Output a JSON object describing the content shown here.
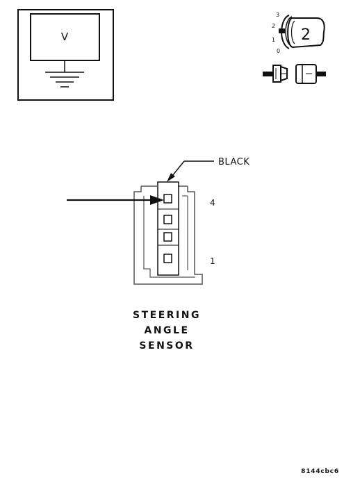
{
  "meter": {
    "mode_label": "V"
  },
  "ignition": {
    "positions": [
      "3",
      "2",
      "1",
      "0"
    ],
    "selected_position": "2"
  },
  "connector": {
    "color_label": "BLACK",
    "pin_top_label": "4",
    "pin_bottom_label": "1",
    "name_lines": [
      "STEERING",
      "ANGLE",
      "SENSOR"
    ]
  },
  "figure_code": "8144cbc6",
  "colors": {
    "line": "#111111",
    "light_line": "#555555",
    "background": "#ffffff"
  },
  "icons": [
    "voltmeter-icon",
    "ignition-key-icon",
    "connector-disconnected-icon",
    "ground-icon",
    "pointer-arrow-icon"
  ]
}
